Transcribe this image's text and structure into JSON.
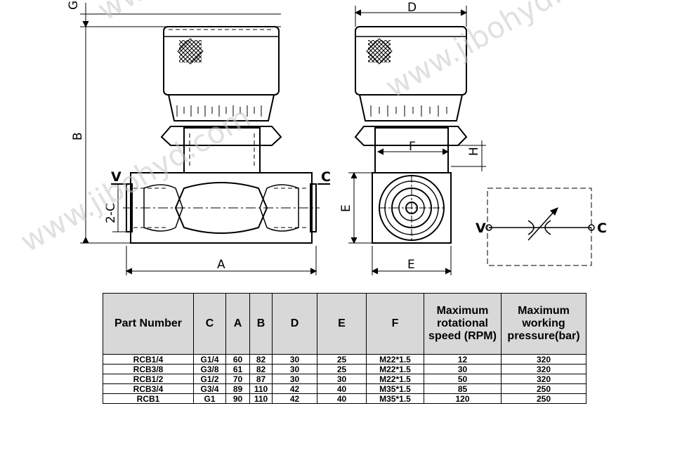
{
  "drawing": {
    "dim_labels": {
      "G": "G",
      "B": "B",
      "A": "A",
      "two_c": "2-C",
      "D": "D",
      "F": "F",
      "H": "H",
      "E_side": "E",
      "E_bottom": "E"
    },
    "port_labels": {
      "V_front": "V",
      "C_front": "C",
      "V_symbol": "V",
      "C_symbol": "C"
    }
  },
  "table": {
    "headers": [
      "Part Number",
      "C",
      "A",
      "B",
      "D",
      "E",
      "F",
      "Maximum rotational speed (RPM)",
      "Maximum working pressure(bar)"
    ],
    "rows": [
      [
        "RCB1/4",
        "G1/4",
        "60",
        "82",
        "30",
        "25",
        "M22*1.5",
        "12",
        "320"
      ],
      [
        "RCB3/8",
        "G3/8",
        "61",
        "82",
        "30",
        "25",
        "M22*1.5",
        "30",
        "320"
      ],
      [
        "RCB1/2",
        "G1/2",
        "70",
        "87",
        "30",
        "30",
        "M22*1.5",
        "50",
        "320"
      ],
      [
        "RCB3/4",
        "G3/4",
        "89",
        "110",
        "42",
        "40",
        "M35*1.5",
        "85",
        "250"
      ],
      [
        "RCB1",
        "G1",
        "90",
        "110",
        "42",
        "40",
        "M35*1.5",
        "120",
        "250"
      ]
    ]
  },
  "watermark": {
    "text": "www.jibohyd.com",
    "color": "#c8c8c8"
  }
}
